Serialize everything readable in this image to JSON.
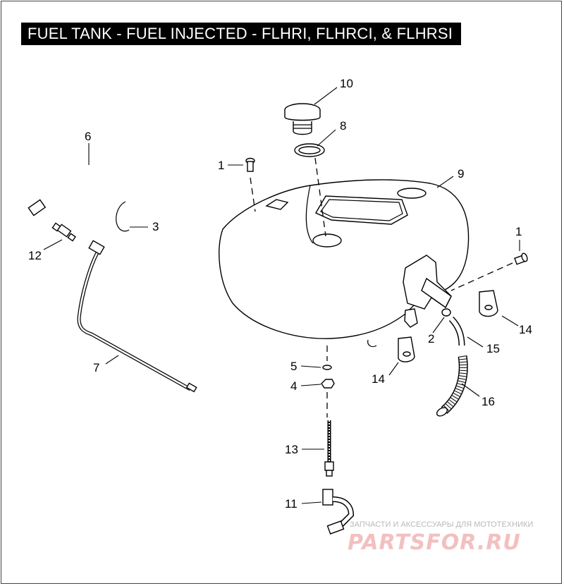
{
  "title": "FUEL TANK - FUEL INJECTED - FLHRI,  FLHRCI, & FLHRSI",
  "callouts": {
    "c1a": "1",
    "c1b": "1",
    "c2": "2",
    "c3": "3",
    "c4": "4",
    "c5": "5",
    "c6": "6",
    "c7": "7",
    "c8": "8",
    "c9": "9",
    "c10": "10",
    "c11": "11",
    "c12": "12",
    "c13": "13",
    "c14a": "14",
    "c14b": "14",
    "c15": "15",
    "c16": "16"
  },
  "watermark": {
    "tagline": "ЗАПЧАСТИ И АКСЕССУАРЫ ДЛЯ МОТОТЕХНИКИ",
    "logo": "PARTSFOR.RU"
  },
  "colors": {
    "title_bg": "#000000",
    "title_fg": "#ffffff",
    "line": "#000000",
    "watermark": "#f2c0c0"
  }
}
